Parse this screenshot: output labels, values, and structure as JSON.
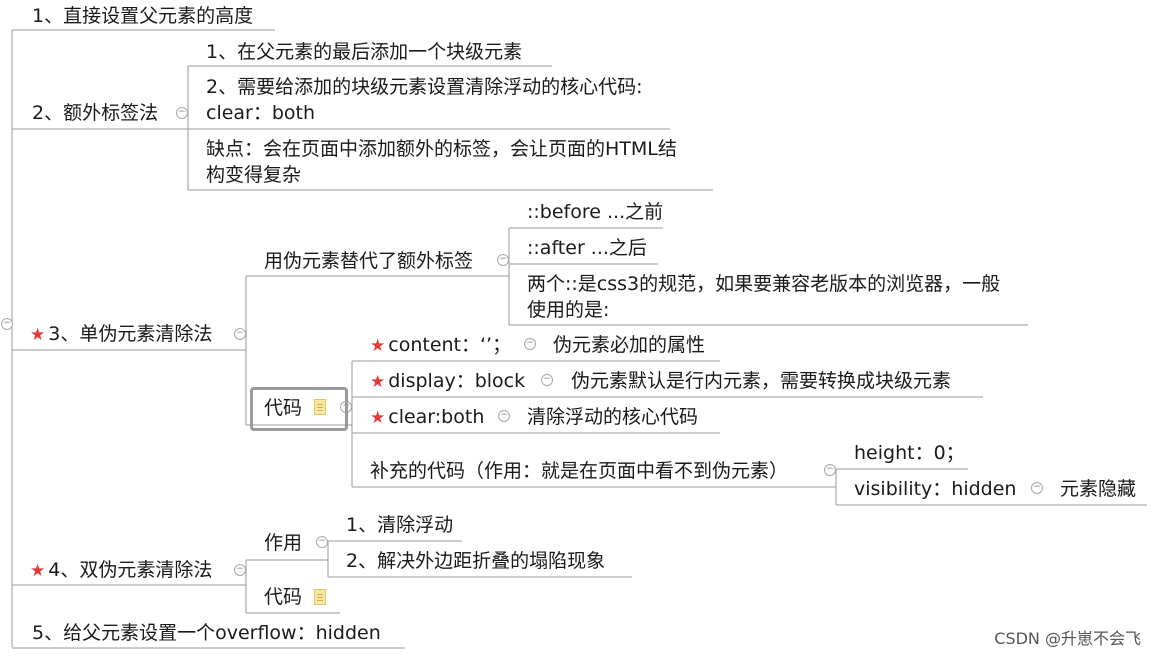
{
  "nodes": {
    "n1": "1、直接设置父元素的高度",
    "n2": "2、额外标签法",
    "n2a": "1、在父元素的最后添加一个块级元素",
    "n2b_1": "2、需要给添加的块级元素设置清除浮动的核心代码:",
    "n2b_2": "clear：both",
    "n2c_1": "缺点：会在页面中添加额外的标签，会让页面的HTML结",
    "n2c_2": "构变得复杂",
    "n3": "3、单伪元素清除法",
    "n3a": "用伪元素替代了额外标签",
    "n3a1": "::before ...之前",
    "n3a2": "::after ...之后",
    "n3a3_1": "两个::是css3的规范，如果要兼容老版本的浏览器，一般",
    "n3a3_2": "使用的是:",
    "n3b": "代码",
    "n3b1": "content：‘’；",
    "n3b1d": "伪元素必加的属性",
    "n3b2": "display：block",
    "n3b2d": "伪元素默认是行内元素，需要转换成块级元素",
    "n3b3": "clear:both",
    "n3b3d": "清除浮动的核心代码",
    "n3b4": "补充的代码（作用：就是在页面中看不到伪元素）",
    "n3b4a": "height：0；",
    "n3b4b": "visibility：hidden",
    "n3b4bd": "元素隐藏",
    "n4": "4、双伪元素清除法",
    "n4a": "作用",
    "n4a1": "1、清除浮动",
    "n4a2": "2、解决外边距折叠的塌陷现象",
    "n4b": "代码",
    "n5": "5、给父元素设置一个overflow：hidden"
  },
  "watermark": "CSDN @升崽不会飞",
  "icons": {
    "star": "★",
    "collapse": "−"
  },
  "colors": {
    "star": "#e03b3b",
    "line": "#9a9a9a"
  }
}
